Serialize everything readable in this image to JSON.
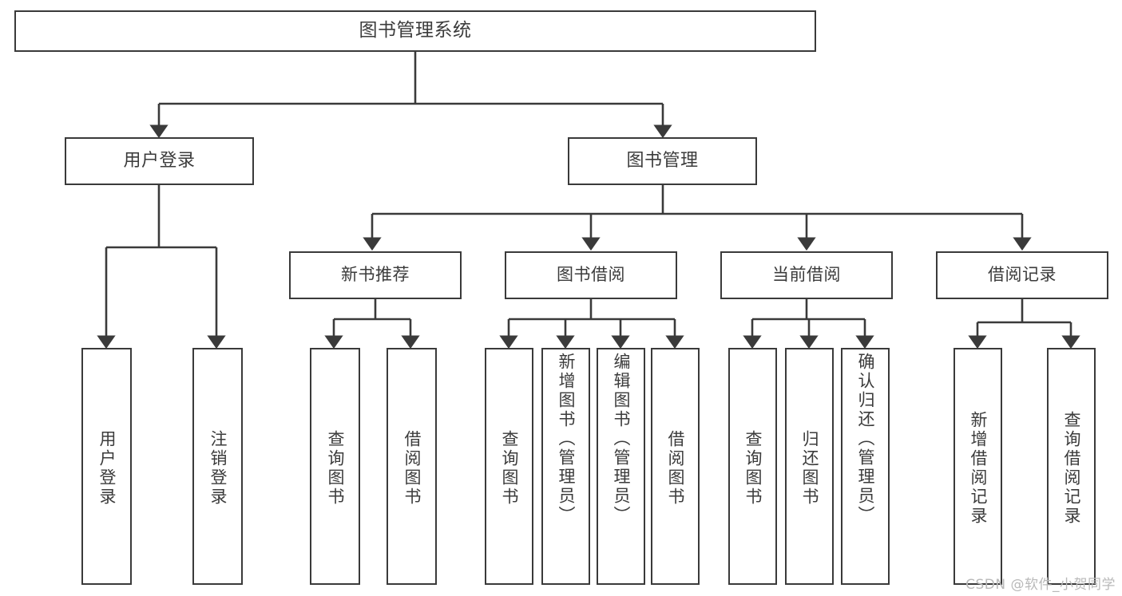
{
  "diagram": {
    "title": "图书管理系统",
    "type": "tree",
    "watermark": "CSDN @软件_小贺同学",
    "colors": {
      "stroke": "#3a3a3a",
      "text": "#3b3b3b",
      "background": "#ffffff",
      "watermark": "#b9b9b9"
    },
    "root": {
      "label": "图书管理系统"
    },
    "level1": [
      {
        "label": "用户登录"
      },
      {
        "label": "图书管理"
      }
    ],
    "level2": [
      {
        "label": "新书推荐"
      },
      {
        "label": "图书借阅"
      },
      {
        "label": "当前借阅"
      },
      {
        "label": "借阅记录"
      }
    ],
    "leaves": [
      {
        "label": "用户登录",
        "parent": "用户登录"
      },
      {
        "label": "注销登录",
        "parent": "用户登录"
      },
      {
        "label": "查询图书",
        "parent": "新书推荐"
      },
      {
        "label": "借阅图书",
        "parent": "新书推荐"
      },
      {
        "label": "查询图书",
        "parent": "图书借阅"
      },
      {
        "label": "新增图书（管理员）",
        "parent": "图书借阅"
      },
      {
        "label": "编辑图书（管理员）",
        "parent": "图书借阅"
      },
      {
        "label": "借阅图书",
        "parent": "图书借阅"
      },
      {
        "label": "查询图书",
        "parent": "当前借阅"
      },
      {
        "label": "归还图书",
        "parent": "当前借阅"
      },
      {
        "label": "确认归还（管理员）",
        "parent": "当前借阅"
      },
      {
        "label": "新增借阅记录",
        "parent": "借阅记录"
      },
      {
        "label": "查询借阅记录",
        "parent": "借阅记录"
      }
    ]
  }
}
